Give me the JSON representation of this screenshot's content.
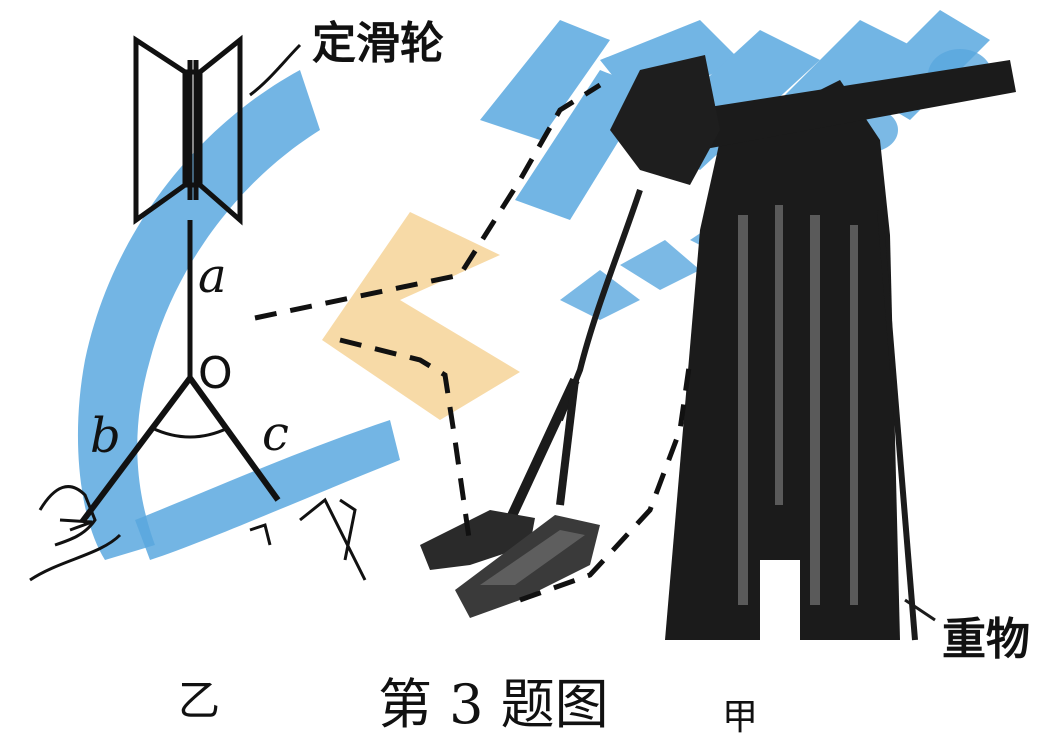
{
  "labels": {
    "fixed_pulley": "定滑轮",
    "weight": "重物",
    "a": "a",
    "b": "b",
    "c": "c",
    "o": "O",
    "yi": "乙",
    "jia": "甲",
    "caption": "第 3 题图"
  },
  "colors": {
    "ink": "#111111",
    "watermark_blue": "#2b8fd6",
    "watermark_orange": "#f3c77a"
  }
}
